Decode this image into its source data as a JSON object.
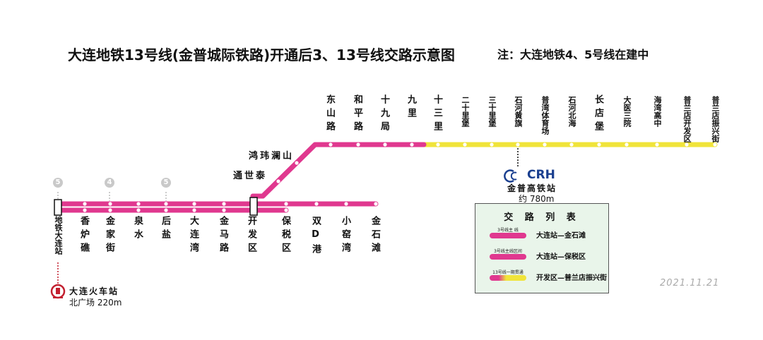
{
  "title": "大连地铁13号线(金普城际铁路)开通后3、13号线交路示意图",
  "note": "注：大连地铁4、5号线在建中",
  "date": "2021.11.21",
  "colors": {
    "magenta": "#e0388f",
    "yellow": "#f0e43a",
    "stop": "#ffffff"
  },
  "stations_upper": [
    "东山路",
    "和平路",
    "十九局",
    "九里",
    "十三里",
    "二十里堡",
    "三十里堡",
    "石河黄旗",
    "普湾体育场",
    "石河北海",
    "长店堡",
    "大医三院",
    "海湾高中",
    "普兰店开发区",
    "普兰店振兴街"
  ],
  "stations_lower": [
    "地铁大连站",
    "香炉礁",
    "金家街",
    "泉水",
    "后盐",
    "大连湾",
    "金马路",
    "开发区",
    "保税区",
    "双D港",
    "小窑湾",
    "金石滩"
  ],
  "stations_diagonal": [
    "鸿玮澜山",
    "通世泰"
  ],
  "connections": [
    "5",
    "4",
    "5"
  ],
  "crh": {
    "logo_text": "CRH",
    "name": "金普高铁站",
    "distance": "约 780m"
  },
  "rail": {
    "name": "大连火车站",
    "distance": "北广场 220m"
  },
  "legend": {
    "title": "交 路 列 表",
    "items": [
      {
        "tag": "3号线主 线",
        "text": "大连站—金石滩",
        "color": "#e0388f"
      },
      {
        "tag": "3号线主线区间",
        "text": "大连站—保税区",
        "color": "#e0388f"
      },
      {
        "tag": "13号线一期贯通",
        "text": "开发区—普兰店振兴街",
        "color": "#f0e43a"
      }
    ]
  }
}
